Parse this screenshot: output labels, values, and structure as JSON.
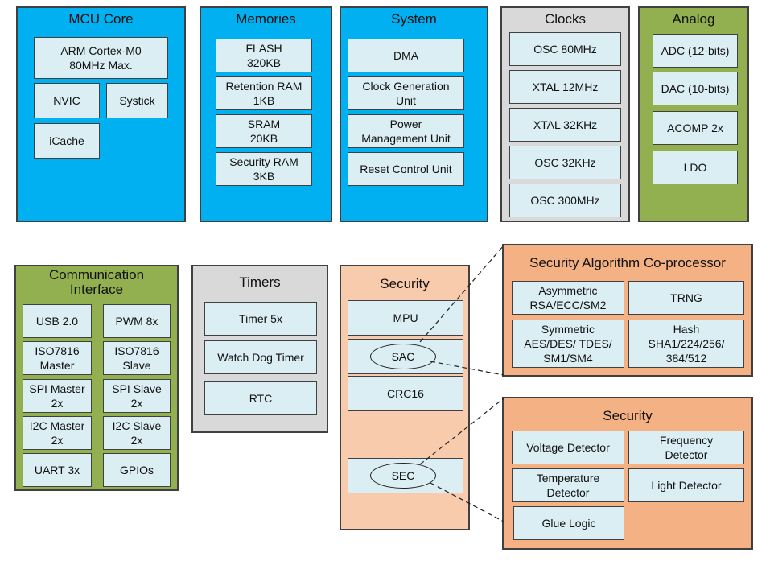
{
  "mcu_core": {
    "title": "MCU Core",
    "cortex": "ARM Cortex-M0\n80MHz Max.",
    "nvic": "NVIC",
    "systick": "Systick",
    "icache": "iCache"
  },
  "memories": {
    "title": "Memories",
    "flash": "FLASH\n320KB",
    "retention_ram": "Retention RAM\n1KB",
    "sram": "SRAM\n20KB",
    "security_ram": "Security RAM\n3KB"
  },
  "system": {
    "title": "System",
    "dma": "DMA",
    "clock_gen": "Clock Generation\nUnit",
    "power_mgmt": "Power\nManagement Unit",
    "reset_ctrl": "Reset Control Unit"
  },
  "clocks": {
    "title": "Clocks",
    "osc80": "OSC 80MHz",
    "xtal12": "XTAL 12MHz",
    "xtal32": "XTAL 32KHz",
    "osc32": "OSC 32KHz",
    "osc300": "OSC 300MHz"
  },
  "analog": {
    "title": "Analog",
    "adc": "ADC (12-bits)",
    "dac": "DAC (10-bits)",
    "acomp": "ACOMP 2x",
    "ldo": "LDO"
  },
  "comm": {
    "title": "Communication\nInterface",
    "usb": "USB 2.0",
    "pwm": "PWM 8x",
    "iso_master": "ISO7816\nMaster",
    "iso_slave": "ISO7816\nSlave",
    "spi_master": "SPI Master\n2x",
    "spi_slave": "SPI Slave\n2x",
    "i2c_master": "I2C Master\n2x",
    "i2c_slave": "I2C Slave\n2x",
    "uart": "UART 3x",
    "gpios": "GPIOs"
  },
  "timers": {
    "title": "Timers",
    "timer": "Timer 5x",
    "wdt": "Watch Dog Timer",
    "rtc": "RTC"
  },
  "security": {
    "title": "Security",
    "mpu": "MPU",
    "sac": "SAC",
    "crc16": "CRC16",
    "sec": "SEC"
  },
  "sac_coproc": {
    "title": "Security Algorithm Co-processor",
    "asym": "Asymmetric\nRSA/ECC/SM2",
    "trng": "TRNG",
    "sym": "Symmetric\nAES/DES/ TDES/\nSM1/SM4",
    "hash": "Hash\nSHA1/224/256/\n384/512"
  },
  "sec_detail": {
    "title": "Security",
    "voltage": "Voltage Detector",
    "frequency": "Frequency\nDetector",
    "temperature": "Temperature\nDetector",
    "light": "Light Detector",
    "glue": "Glue Logic"
  }
}
